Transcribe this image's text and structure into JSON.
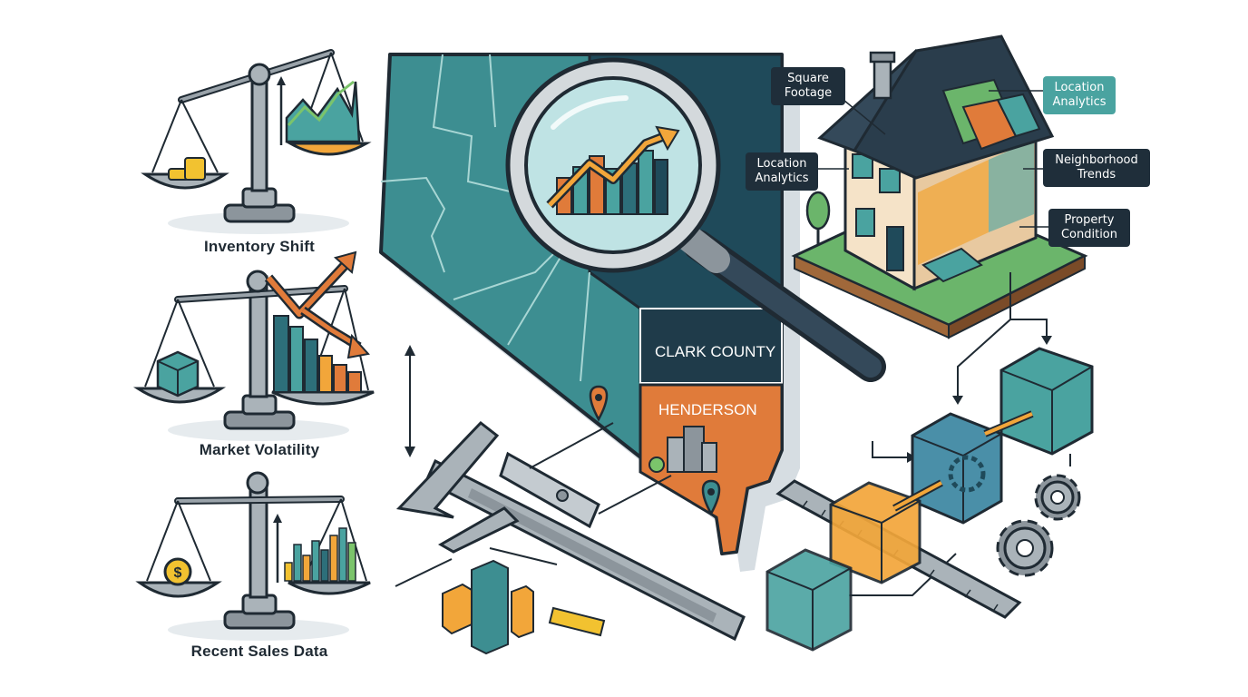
{
  "left_panel": {
    "items": [
      {
        "label": "Inventory Shift",
        "icon": "balance-scale-coins-icon"
      },
      {
        "label": "Market Volatility",
        "icon": "balance-scale-cube-icon"
      },
      {
        "label": "Recent Sales Data",
        "icon": "balance-scale-dollar-icon"
      }
    ]
  },
  "map": {
    "county_label": "CLARK COUNTY",
    "city_label": "HENDERSON",
    "icons": [
      "magnifying-glass-icon",
      "map-pin-icon",
      "caliper-icon"
    ]
  },
  "house": {
    "callouts": [
      {
        "text": "Square\nFootage",
        "style": "dark"
      },
      {
        "text": "Location\nAnalytics",
        "style": "teal"
      },
      {
        "text": "Location\nAnalytics",
        "style": "dark"
      },
      {
        "text": "Neighborhood\nTrends",
        "style": "dark"
      },
      {
        "text": "Property\nCondition",
        "style": "dark"
      }
    ]
  },
  "colors": {
    "dark_navy": "#1f2e3a",
    "teal": "#4aa3a0",
    "map_teal": "#3d8e91",
    "orange": "#e07b3a",
    "green": "#6bb56b",
    "gray": "#8c959c"
  }
}
